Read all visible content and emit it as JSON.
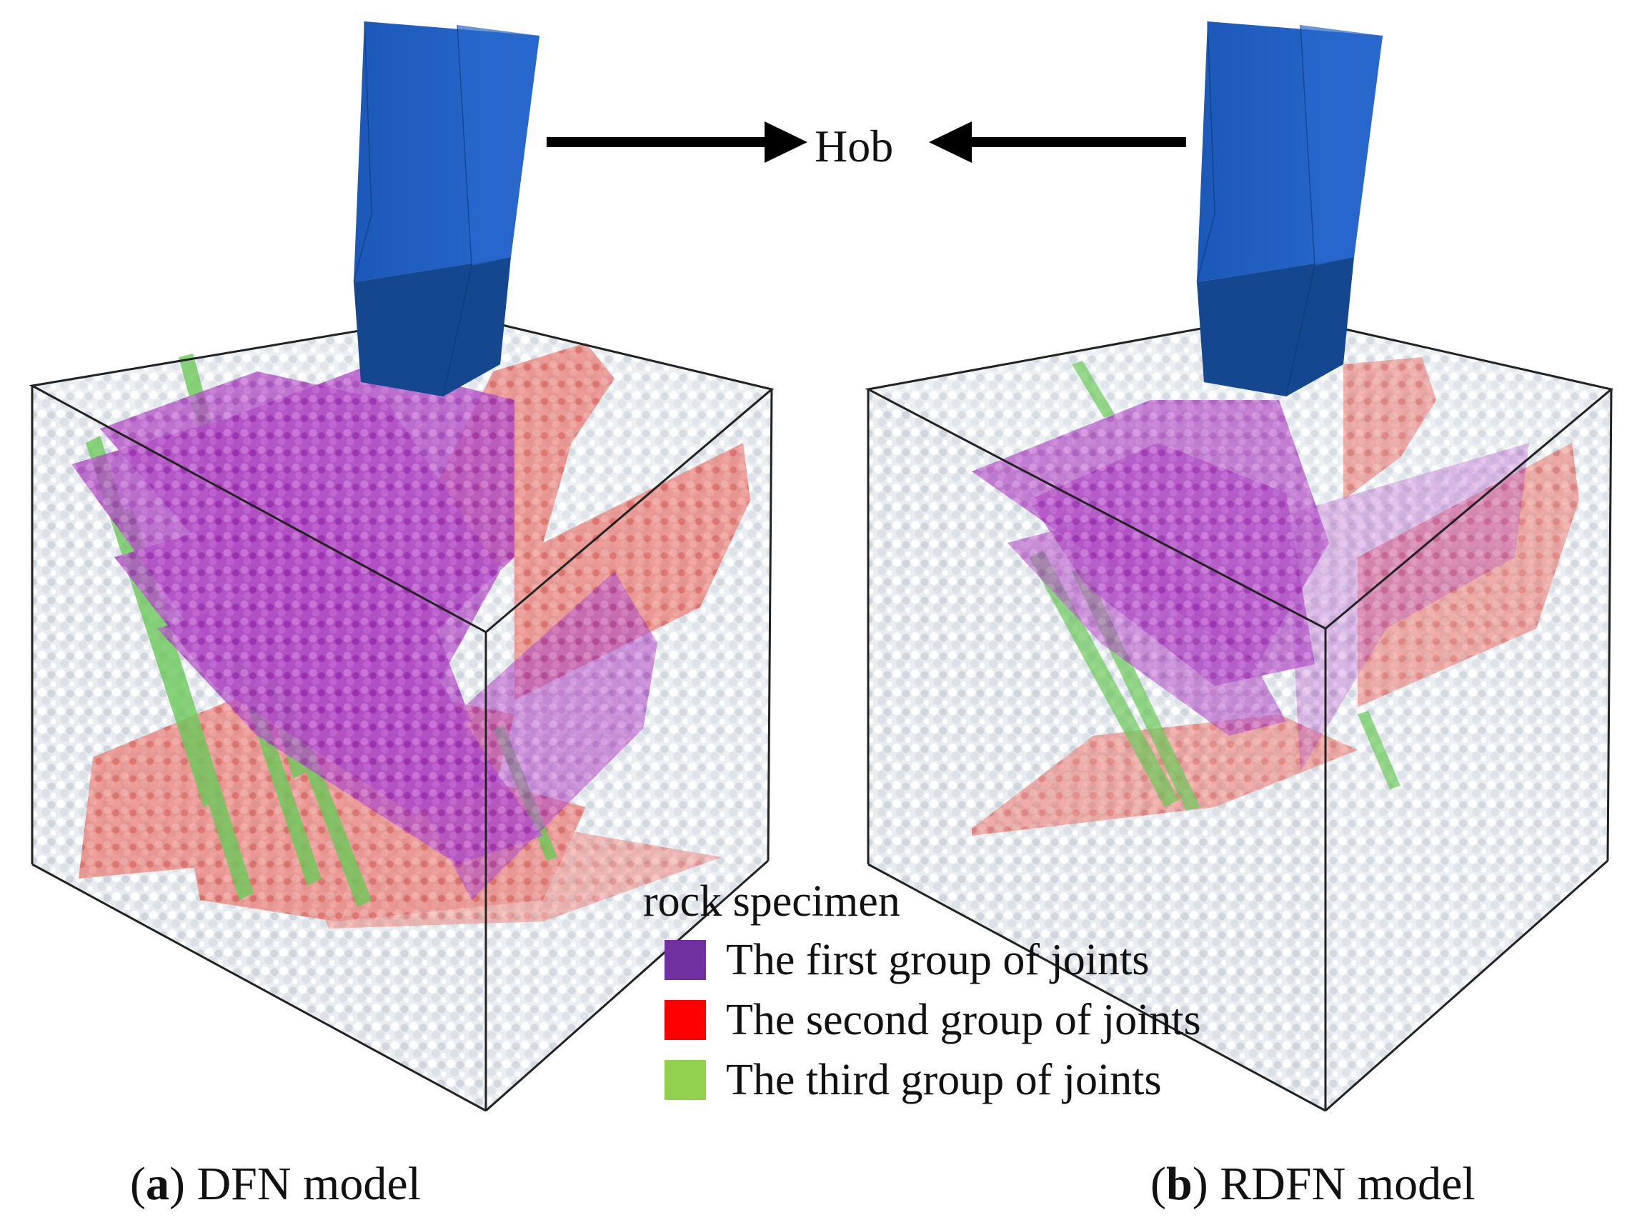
{
  "hob_label": "Hob",
  "legend": {
    "title": "rock specimen",
    "items": [
      {
        "label": "The first group of joints",
        "color": "#7030A0"
      },
      {
        "label": "The second group of joints",
        "color": "#FF0000"
      },
      {
        "label": "The third group of joints",
        "color": "#92D050"
      }
    ]
  },
  "captions": {
    "a_letter": "a",
    "a_text": " DFN model",
    "b_letter": "b",
    "b_text": " RDFN model"
  },
  "colors": {
    "hob": "#1E5BB8",
    "hob_dark": "#0F3F88",
    "specimen_fill": "#C8D0D8",
    "joint_purple": "#A02AB8",
    "joint_red": "#E0453E",
    "joint_green": "#6CC95A"
  },
  "icons": {
    "arrow_right": "arrow-right-icon",
    "arrow_left": "arrow-left-icon"
  }
}
